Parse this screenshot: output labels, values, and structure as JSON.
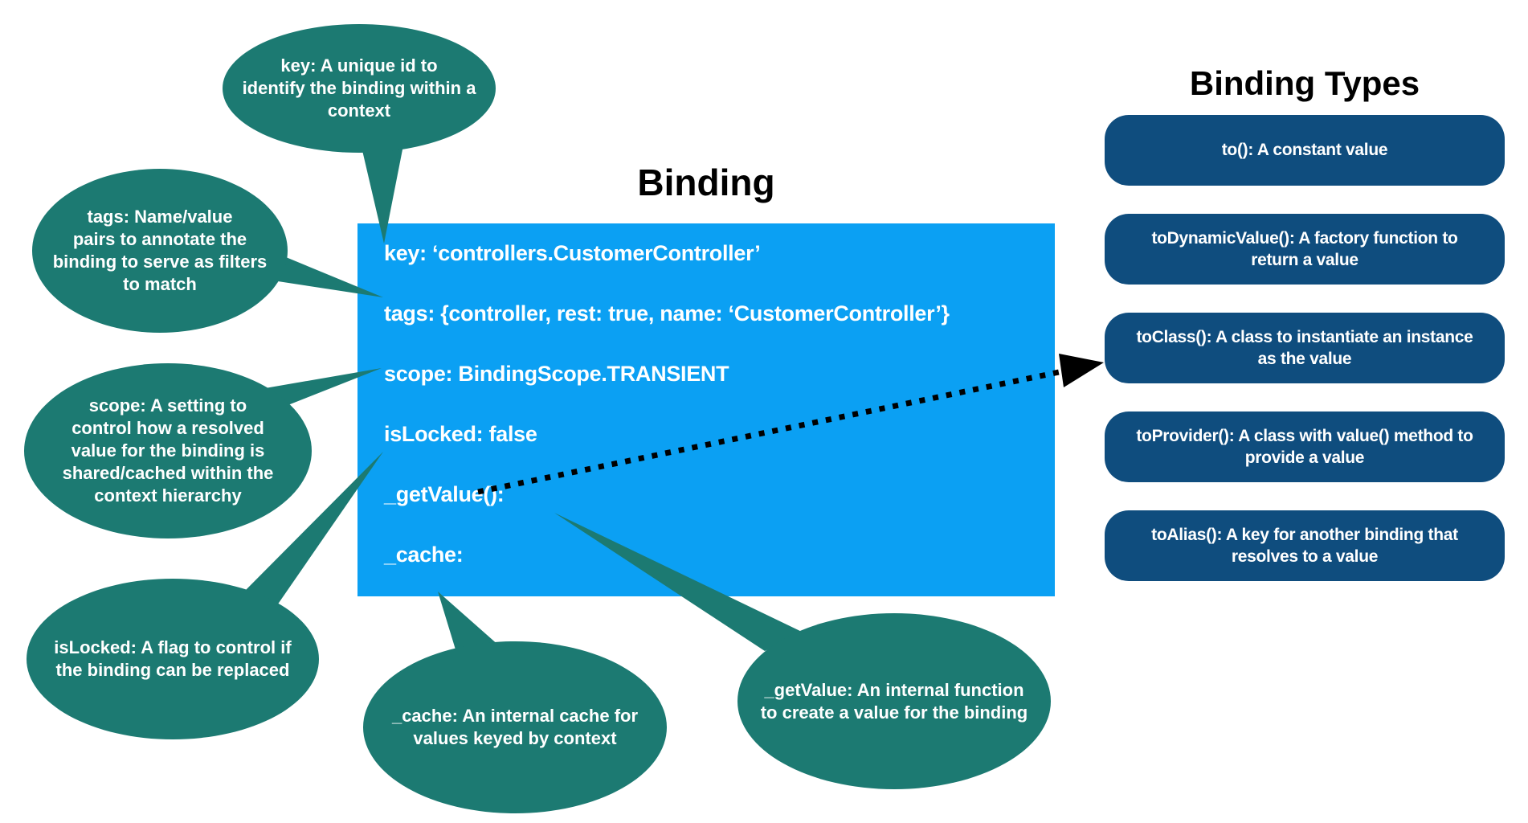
{
  "binding": {
    "title": "Binding",
    "lines": [
      "key: ‘controllers.CustomerController’",
      "tags: {controller, rest: true, name: ‘CustomerController’}",
      "scope: BindingScope.TRANSIENT",
      "isLocked: false",
      "_getValue():",
      "_cache:"
    ]
  },
  "callouts": [
    {
      "id": "key",
      "text": "key: A unique id to\nidentify the binding within a\ncontext"
    },
    {
      "id": "tags",
      "text": "tags: Name/value\npairs to annotate the\nbinding to serve as filters\nto match"
    },
    {
      "id": "scope",
      "text": "scope: A setting to\ncontrol how a resolved\nvalue for the binding is\nshared/cached within the\ncontext hierarchy"
    },
    {
      "id": "isLocked",
      "text": "isLocked: A flag to control if\nthe binding can be replaced"
    },
    {
      "id": "cache",
      "text": "_cache: An internal cache for\nvalues keyed by context"
    },
    {
      "id": "getValue",
      "text": "_getValue: An internal function\nto create a value for the binding"
    }
  ],
  "binding_types": {
    "title": "Binding Types",
    "items": [
      {
        "label": "to(): A constant value"
      },
      {
        "label": "toDynamicValue(): A factory function to\nreturn a value"
      },
      {
        "label": "toClass(): A class to instantiate an instance\nas the value"
      },
      {
        "label": "toProvider(): A class with value() method to\nprovide a value"
      },
      {
        "label": "toAlias(): A key for another binding that\nresolves to a value"
      }
    ]
  },
  "colors": {
    "teal": "#1C7A72",
    "blue": "#0BA0F3",
    "dark_blue": "#0F4D7E",
    "arrow": "#000000"
  }
}
